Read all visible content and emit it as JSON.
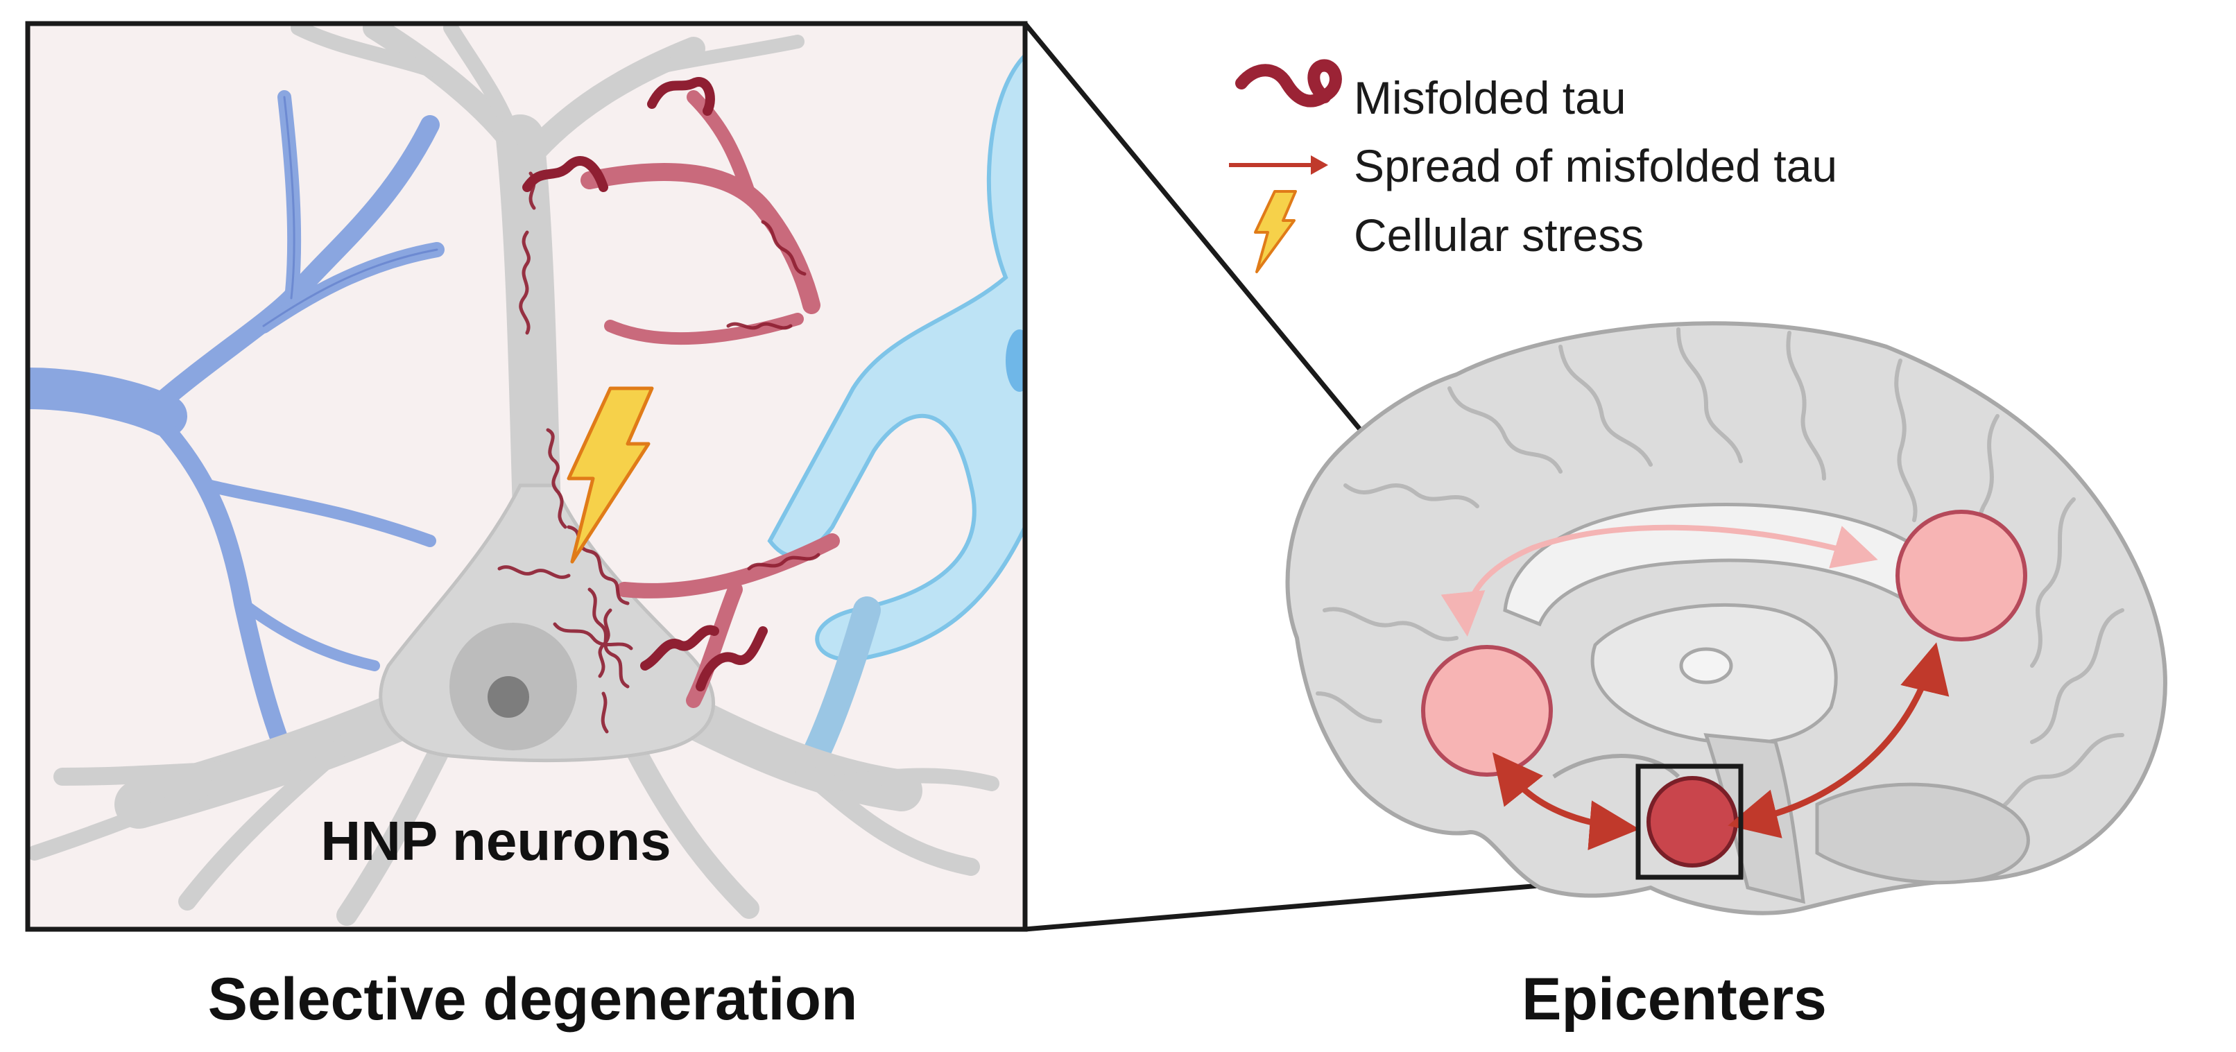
{
  "colors": {
    "panel_bg": "#f7f0f0",
    "neuron_gray": "#d3d3d3",
    "neuron_outline": "#b5b5b5",
    "glia_blue": "#7f9fdc",
    "glia_blue_outline": "#5a78c8",
    "cell_light_blue": "#bde3f5",
    "misfolded_tau": "#9b2335",
    "spread_arrow": "#c0392b",
    "stress_yellow": "#f6d14a",
    "stress_outline": "#e07b18",
    "epicenter_light": "#f7b4b4",
    "epicenter_dark": "#c9454c",
    "brain_gray": "#d9d9d9"
  },
  "legend": {
    "items": [
      {
        "icon": "misfolded-tau-icon",
        "label": "Misfolded tau"
      },
      {
        "icon": "spread-arrow-icon",
        "label": "Spread of misfolded tau"
      },
      {
        "icon": "lightning-bolt-icon",
        "label": "Cellular stress"
      }
    ]
  },
  "left_panel": {
    "neuron_label": "HNP neurons",
    "caption": "Selective degeneration"
  },
  "right_panel": {
    "caption": "Epicenters"
  }
}
